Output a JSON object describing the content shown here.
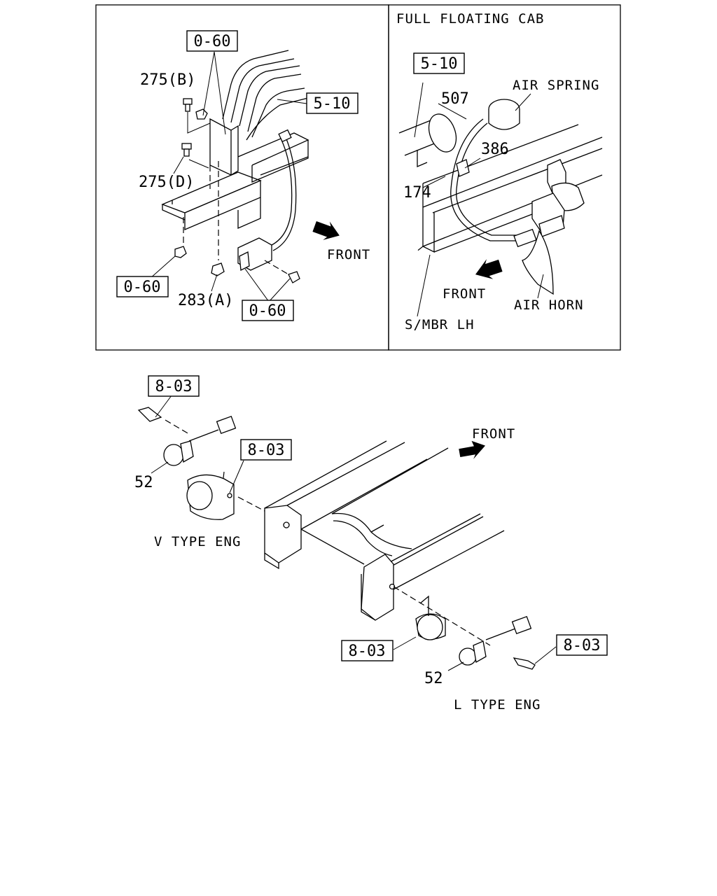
{
  "top_left": {
    "refs": {
      "ref_top": "0-60",
      "ref_5_10": "5-10",
      "ref_bottom_left": "0-60",
      "ref_bottom_right": "0-60"
    },
    "parts": {
      "bolt_b": "275(B)",
      "bolt_d": "275(D)",
      "nut_a": "283(A)"
    },
    "front_label": "FRONT"
  },
  "top_right": {
    "title": "FULL FLOATING CAB",
    "ref_5_10": "5-10",
    "parts": {
      "p507": "507",
      "p386": "386",
      "p174": "174"
    },
    "air_spring": "AIR SPRING",
    "air_horn": "AIR HORN",
    "front_label": "FRONT",
    "member": "S/MBR LH"
  },
  "bottom": {
    "ref_top": "8-03",
    "ref_mid": "8-03",
    "ref_bottom_left": "8-03",
    "ref_bottom_right": "8-03",
    "part_upper": "52",
    "part_lower": "52",
    "v_type": "V TYPE ENG",
    "l_type": "L TYPE ENG",
    "front_label": "FRONT"
  }
}
